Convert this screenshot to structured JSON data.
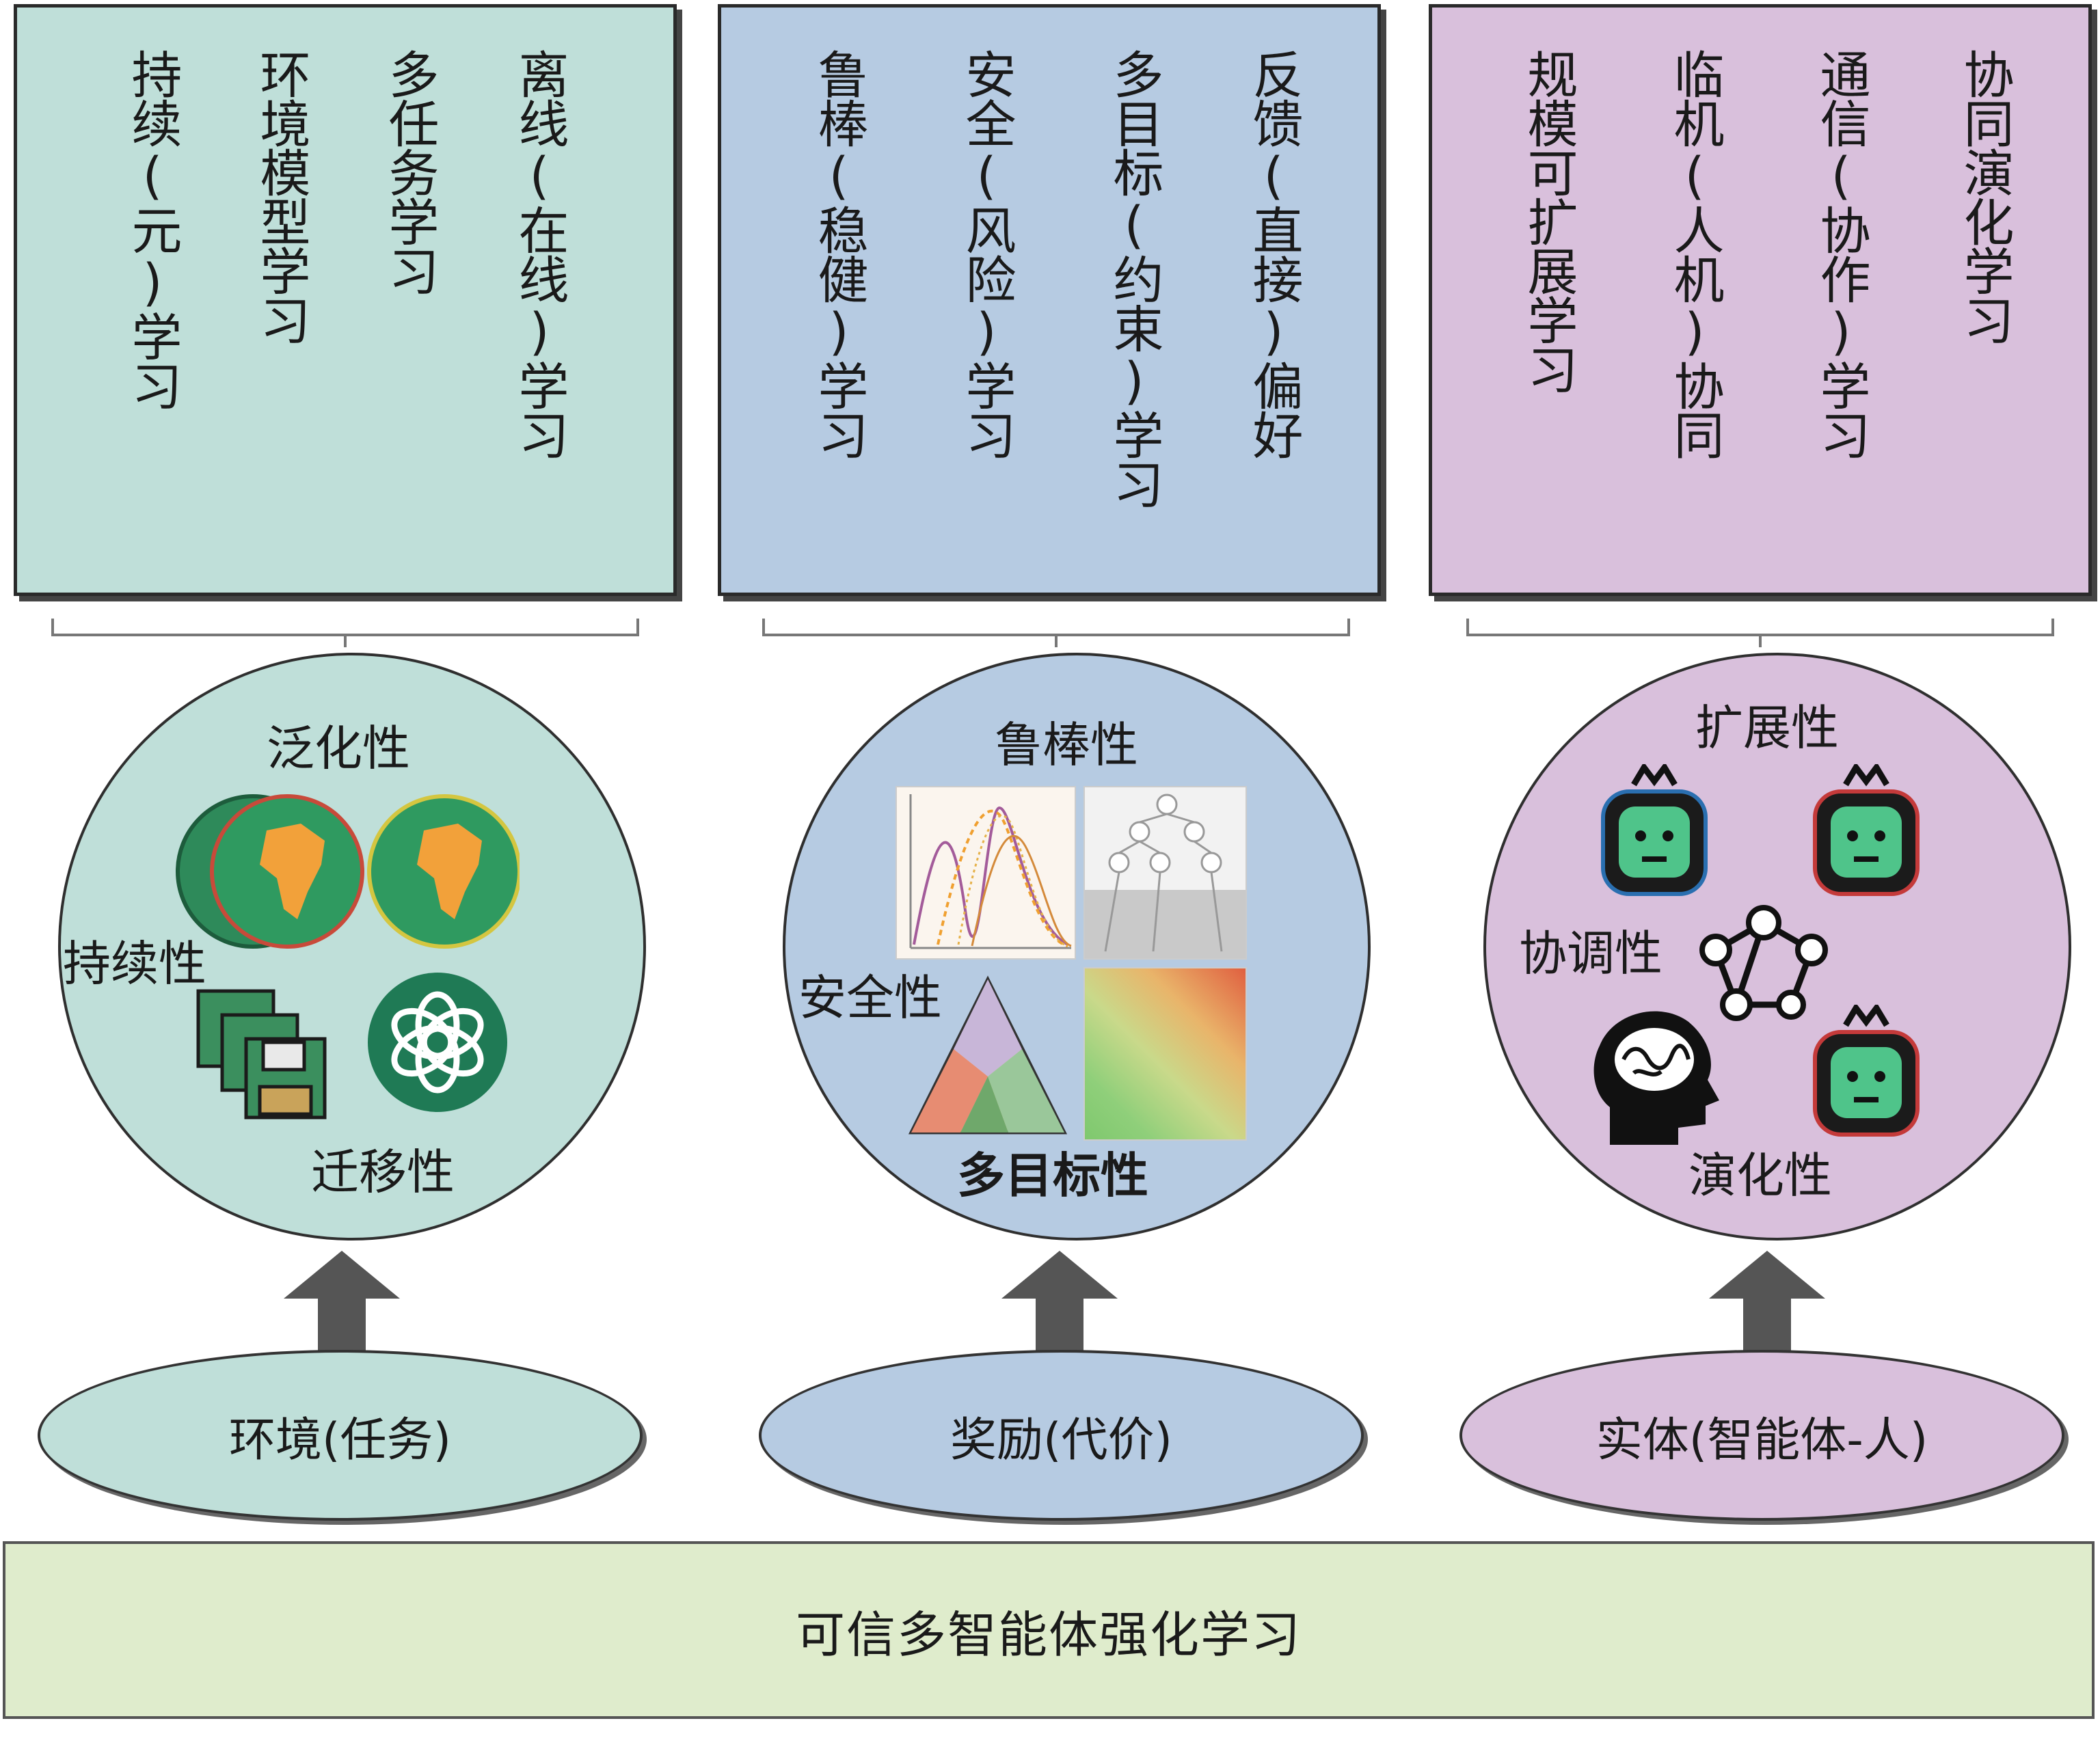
{
  "colors": {
    "teal": "#bfdfd9",
    "blue": "#b6cbe2",
    "purple": "#d9c0dc",
    "bottom": "#dfeccc",
    "arrow": "#555555"
  },
  "panels": [
    {
      "columns": [
        "离线(在线)学习",
        "多任务学习",
        "环境模型学习",
        "持续(元)学习"
      ],
      "circle_labels": {
        "top": "泛化性",
        "left": "持续性",
        "bottom": "迁移性"
      },
      "icons": [
        "earth-globe-icon",
        "floppy-disk-icon",
        "openai-logo-icon"
      ],
      "base": "环境(任务)"
    },
    {
      "columns": [
        "反馈(直接)偏好",
        "多目标(约束)学习",
        "安全(风险)学习",
        "鲁棒(稳健)学习"
      ],
      "circle_labels": {
        "top": "鲁棒性",
        "left": "安全性",
        "bottom": "多目标性"
      },
      "icons": [
        "distribution-plot-icon",
        "tree-diagram-icon",
        "ternary-plot-icon",
        "heatmap-icon"
      ],
      "base": "奖励(代价)"
    },
    {
      "columns": [
        "协同演化学习",
        "通信(协作)学习",
        "临机(人机)协同",
        "规模可扩展学习"
      ],
      "circle_labels": {
        "top": "扩展性",
        "left": "协调性",
        "bottom": "演化性"
      },
      "icons": [
        "robot-agent-icon",
        "network-graph-icon",
        "human-brain-icon"
      ],
      "base": "实体(智能体-人)"
    }
  ],
  "footer": "可信多智能体强化学习"
}
